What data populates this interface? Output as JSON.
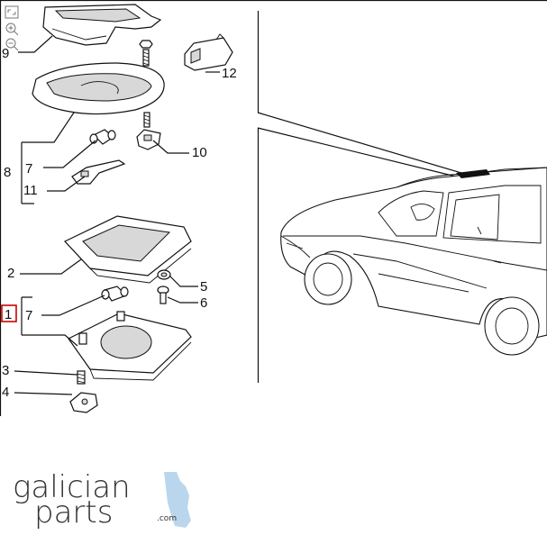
{
  "callouts": {
    "c1": "1",
    "c2": "2",
    "c3": "3",
    "c4": "4",
    "c5": "5",
    "c6": "6",
    "c7a": "7",
    "c7b": "7",
    "c8": "8",
    "c9": "9",
    "c10": "10",
    "c11": "11",
    "c12": "12"
  },
  "highlight_color": "#cc0000",
  "toolbar_icons": [
    "fit-screen-icon",
    "zoom-in-icon",
    "zoom-out-icon"
  ],
  "logo": {
    "line1": "galician",
    "line2": "parts",
    "suffix": ".com",
    "accent_color": "#b9d6ec"
  }
}
